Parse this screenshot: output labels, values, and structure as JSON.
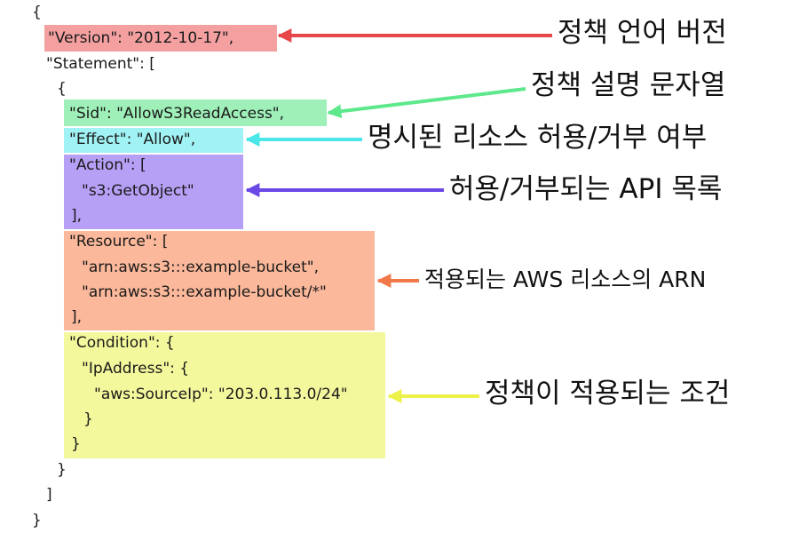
{
  "code": {
    "open_brace": "{",
    "version": "\"Version\": \"2012-10-17\",",
    "statement_open": "\"Statement\": [",
    "stmt_brace_open": "{",
    "sid": "\"Sid\": \"AllowS3ReadAccess\",",
    "effect": "\"Effect\": \"Allow\",",
    "action_open": "\"Action\": [",
    "action_item": "\"s3:GetObject\"",
    "action_close": "],",
    "resource_open": "\"Resource\": [",
    "resource_item1": "\"arn:aws:s3:::example-bucket\",",
    "resource_item2": "\"arn:aws:s3:::example-bucket/*\"",
    "resource_close": "],",
    "condition_open": "\"Condition\": {",
    "ipaddress_open": "\"IpAddress\": {",
    "sourceip": "\"aws:SourceIp\": \"203.0.113.0/24\"",
    "ipaddress_close": "}",
    "condition_close": "}",
    "stmt_brace_close": "}",
    "statement_close": "]",
    "close_brace": "}"
  },
  "annotations": {
    "version": "정책 언어 버전",
    "sid": "정책 설명 문자열",
    "effect": "명시된 리소스 허용/거부 여부",
    "action": "허용/거부되는 API 목록",
    "resource": "적용되는 AWS 리소스의 ARN",
    "condition": "정책이 적용되는 조건"
  },
  "colors": {
    "version": "#f4a0a0",
    "version_arrow": "#e8474a",
    "sid": "#9ef0b8",
    "sid_arrow": "#5ee88c",
    "effect": "#a0f2f4",
    "effect_arrow": "#4ae6ea",
    "action": "#b6a0f6",
    "action_arrow": "#6a48e6",
    "resource": "#fbb89a",
    "resource_arrow": "#f2784a",
    "condition": "#f4f89c",
    "condition_arrow": "#ecf24a"
  }
}
